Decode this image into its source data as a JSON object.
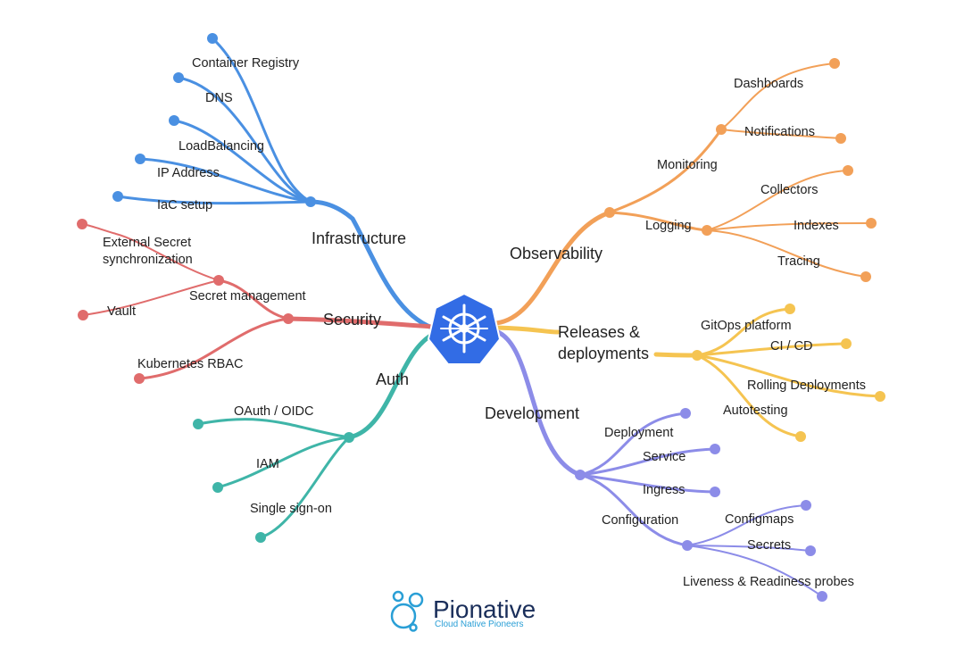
{
  "center": {
    "icon": "kubernetes-helm-icon",
    "color": "#326ce5"
  },
  "colors": {
    "infrastructure": "#4a90e2",
    "security": "#e06c6c",
    "auth": "#3fb5a8",
    "observability": "#f2a058",
    "releases": "#f5c451",
    "development": "#8c8ce8"
  },
  "branches": {
    "infrastructure": {
      "label": "Infrastructure",
      "children": [
        "Container Registry",
        "DNS",
        "LoadBalancing",
        "IP Address",
        "IaC setup"
      ]
    },
    "security": {
      "label": "Security",
      "secret_management": "Secret management",
      "secret_children": [
        "External Secret",
        "synchronization",
        "Vault"
      ],
      "rbac": "Kubernetes RBAC"
    },
    "auth": {
      "label": "Auth",
      "children": [
        "OAuth / OIDC",
        "IAM",
        "Single sign-on"
      ]
    },
    "observability": {
      "label": "Observability",
      "monitoring": "Monitoring",
      "monitoring_children": [
        "Dashboards",
        "Notifications"
      ],
      "logging": "Logging",
      "logging_children": [
        "Collectors",
        "Indexes",
        "Tracing"
      ]
    },
    "releases": {
      "label_line1": "Releases &",
      "label_line2": "deployments",
      "children": [
        "GitOps platform",
        "CI / CD",
        "Rolling Deployments",
        "Autotesting"
      ]
    },
    "development": {
      "label": "Development",
      "children": [
        "Deployment",
        "Service",
        "Ingress"
      ],
      "configuration": "Configuration",
      "configuration_children": [
        "Configmaps",
        "Secrets",
        "Liveness & Readiness probes"
      ]
    }
  },
  "brand": {
    "name": "Pionative",
    "tagline": "Cloud Native Pioneers",
    "logo": "bubbles-logo-icon"
  }
}
